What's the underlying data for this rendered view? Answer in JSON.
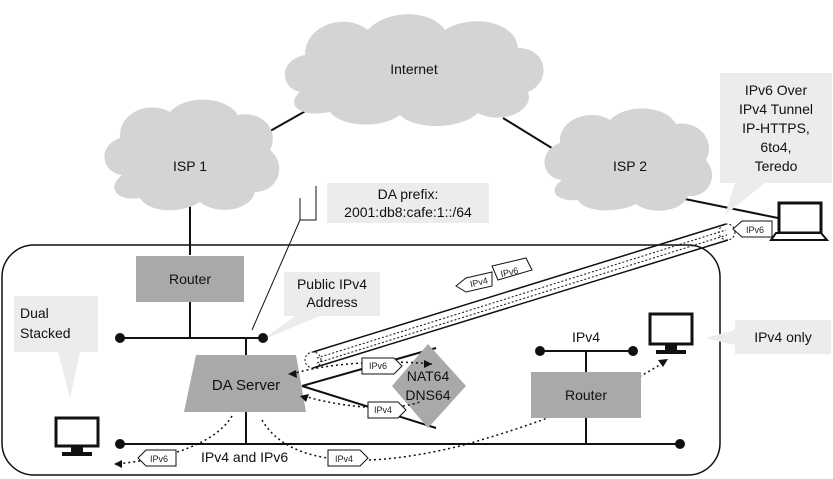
{
  "clouds": {
    "internet": "Internet",
    "isp1": "ISP 1",
    "isp2": "ISP 2"
  },
  "callouts": {
    "tunnel": [
      "IPv6 Over",
      "IPv4 Tunnel",
      "IP-HTTPS,",
      "6to4,",
      "Teredo"
    ],
    "da_prefix": [
      "DA prefix:",
      "2001:db8:cafe:1::/64"
    ],
    "public_ipv4": [
      "Public IPv4",
      "Address"
    ],
    "dual_stacked": [
      "Dual",
      "Stacked"
    ],
    "ipv4_only": "IPv4 only"
  },
  "nodes": {
    "router_left": "Router",
    "router_right": "Router",
    "da_server": "DA Server",
    "nat64": [
      "NAT64",
      "DNS64"
    ]
  },
  "networks": {
    "ipv4_segment": "IPv4",
    "dual_segment": "IPv4 and IPv6"
  },
  "packet_tags": {
    "ipv6": "IPv6",
    "ipv4": "IPv4"
  },
  "colors": {
    "cloud": "#d4d4d4",
    "box": "#a9a9a9",
    "callout": "#ececec",
    "line": "#111111"
  }
}
